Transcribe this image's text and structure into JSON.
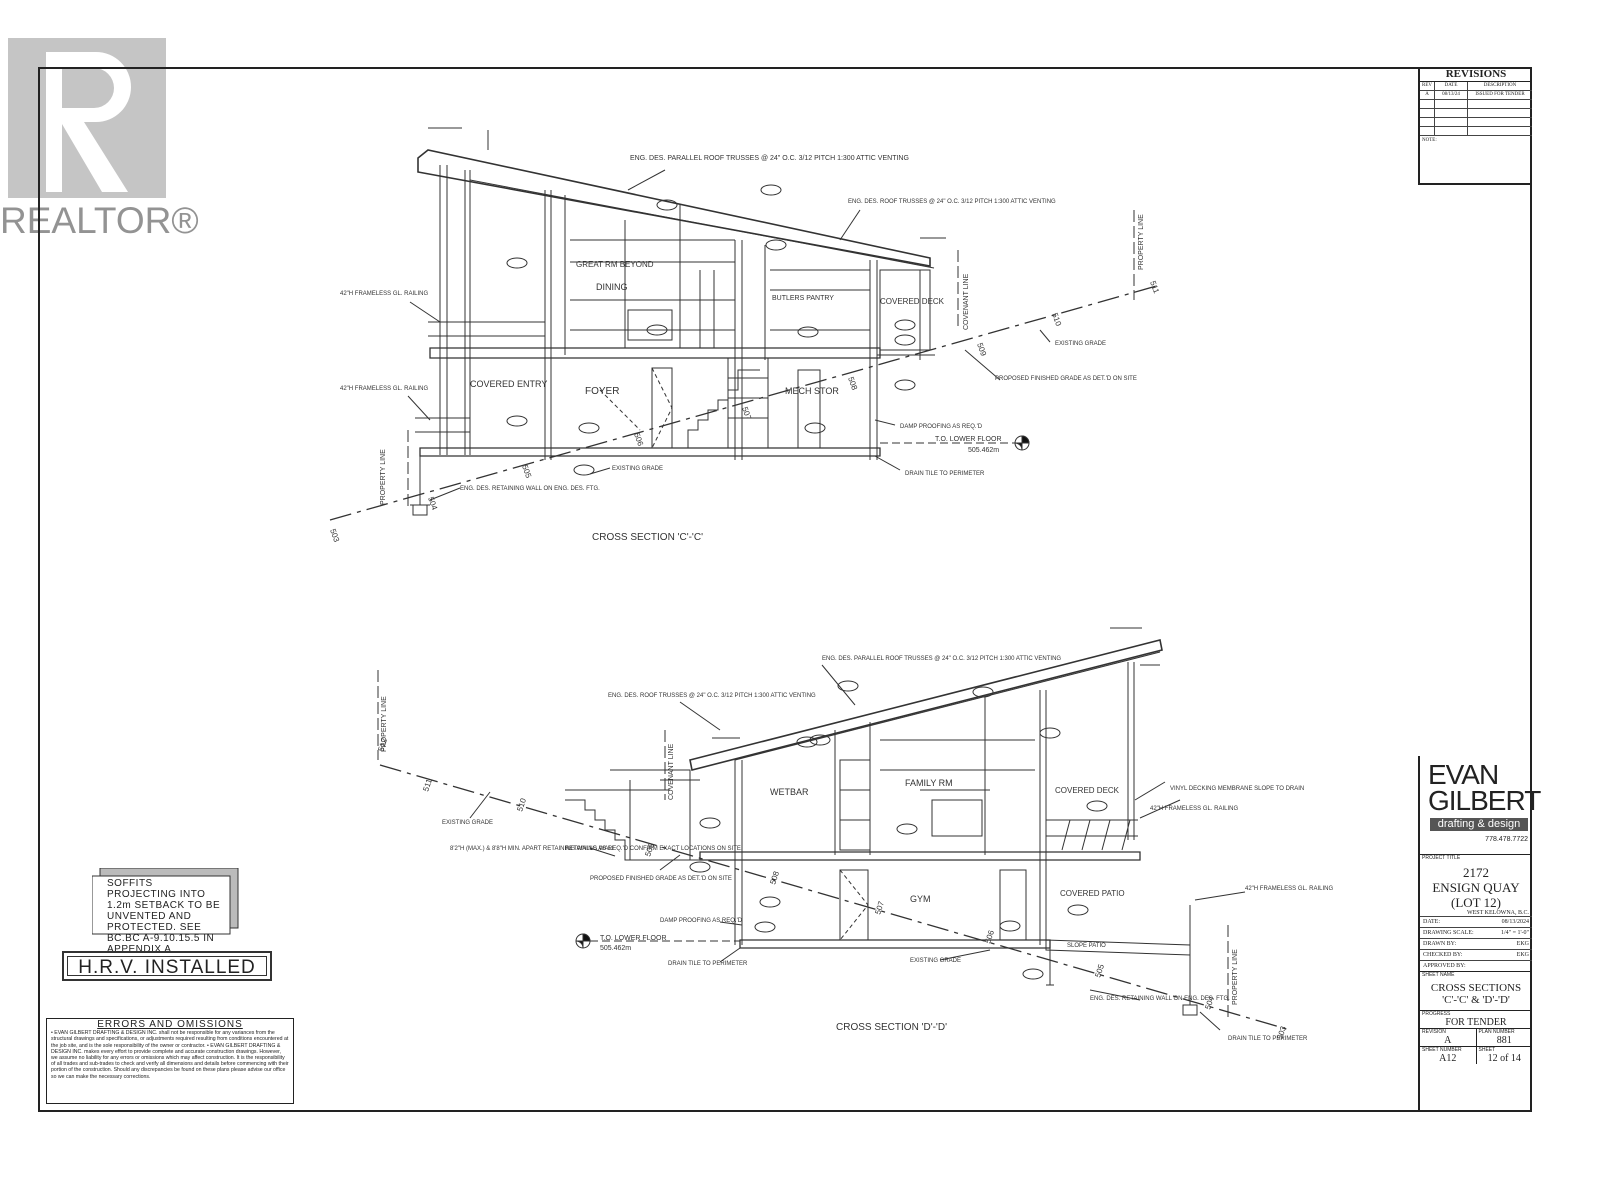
{
  "watermark": {
    "brand": "REALTOR®"
  },
  "revisions": {
    "title": "REVISIONS",
    "headers": [
      "REV",
      "DATE",
      "DESCRIPTION"
    ],
    "rows": [
      [
        "A",
        "08/13/24",
        "ISSUED FOR TENDER"
      ]
    ],
    "note": "NOTE:"
  },
  "section_c": {
    "title": "CROSS SECTION 'C'-'C'",
    "rooms": [
      "GREAT RM BEYOND",
      "DINING",
      "BUTLERS PANTRY",
      "COVERED DECK",
      "COVERED ENTRY",
      "FOYER",
      "MECH STOR"
    ],
    "notes": {
      "parallel_truss": "ENG. DES. PARALLEL ROOF TRUSSES @ 24\" O.C. 3/12 PITCH 1:300 ATTIC VENTING",
      "roof_truss": "ENG. DES. ROOF TRUSSES @ 24\" O.C. 3/12 PITCH 1:300 ATTIC VENTING",
      "railing_upper": "42\"H FRAMELESS GL. RAILING",
      "railing_lower": "42\"H FRAMELESS GL. RAILING",
      "existing_grade": "EXISTING GRADE",
      "proposed_grade": "PROPOSED FINISHED GRADE AS DET.'D ON SITE",
      "damp": "DAMP PROOFING AS REQ.'D",
      "drain": "DRAIN TILE TO PERIMETER",
      "retaining": "ENG. DES. RETAINING WALL ON ENG. DES. FTG.",
      "existing_grade_low": "EXISTING GRADE",
      "lower_floor": "T.O. LOWER FLOOR",
      "lower_floor_elev": "505.462m",
      "property_line_left": "PROPERTY LINE",
      "property_line_right": "PROPERTY LINE",
      "covenant": "COVENANT LINE"
    },
    "elevations": [
      "503",
      "504",
      "505",
      "506",
      "507",
      "508",
      "509",
      "510",
      "511"
    ]
  },
  "section_d": {
    "title": "CROSS SECTION 'D'-'D'",
    "rooms": [
      "WETBAR",
      "FAMILY RM",
      "COVERED DECK",
      "GYM",
      "COVERED PATIO"
    ],
    "notes": {
      "parallel_truss": "ENG. DES. PARALLEL ROOF TRUSSES @ 24\" O.C. 3/12 PITCH 1:300 ATTIC VENTING",
      "roof_truss": "ENG. DES. ROOF TRUSSES @ 24\" O.C. 3/12 PITCH 1:300 ATTIC VENTING",
      "vinyl": "VINYL DECKING MEMBRANE SLOPE TO DRAIN",
      "railing": "42\"H FRAMELESS GL. RAILING",
      "railing_patio": "42\"H FRAMELESS GL. RAILING",
      "retaining_walls": "8'2\"H (MAX.) & 8'8\"H MIN. APART RETAINING WALLS AS REQ.'D CONFIRM EXACT LOCATIONS ON SITE.",
      "retaining_wall": "RETAINING WALL",
      "existing_grade": "EXISTING GRADE",
      "proposed_grade": "PROPOSED FINISHED GRADE AS DET.'D ON SITE",
      "damp": "DAMP PROOFING AS REQ.'D",
      "lower_floor": "T.O. LOWER FLOOR",
      "lower_floor_elev": "505.462m",
      "drain": "DRAIN TILE TO PERIMETER",
      "existing_grade_low": "EXISTING GRADE",
      "slope_patio": "SLOPE PATIO",
      "retaining_ftg": "ENG. DES. RETAINING WALL ON ENG. DES. FTG.",
      "drain_right": "DRAIN TILE TO PERIMETER",
      "property_line_left": "PROPERTY LINE",
      "property_line_right": "PROPERTY LINE",
      "covenant": "COVENANT LINE"
    },
    "elevations": [
      "512",
      "511",
      "510",
      "509",
      "508",
      "507",
      "506",
      "505",
      "504",
      "503"
    ]
  },
  "soffit_note": "SOFFITS PROJECTING INTO 1.2m SETBACK TO BE UNVENTED AND PROTECTED. SEE BC.BC A-9.10.15.5 IN APPENDIX A",
  "hrv": "H.R.V. INSTALLED",
  "errors": {
    "title": "ERRORS AND OMISSIONS",
    "body": "• EVAN GILBERT DRAFTING & DESIGN INC. shall not be responsible for any variances from the structural drawings and specifications, or adjustments required resulting from conditions encountered at the job site, and is the sole responsibility of the owner or contractor. • EVAN GILBERT DRAFTING & DESIGN INC. makes every effort to provide complete and accurate construction drawings. However, we assume no liability for any errors or omissions which may affect construction. It is the responsibility of all trades and sub-trades to check and verify all dimensions and details before commencing with their portion of the construction. Should any discrepancies be found on these plans please advise our office so we can make the necessary corrections."
  },
  "title_block": {
    "firm_line1": "EVAN",
    "firm_line2": "GILBERT",
    "firm_tag": "drafting & design",
    "phone": "778.478.7722",
    "project_title_label": "PROJECT TITLE",
    "project_line1": "2172",
    "project_line2": "ENSIGN QUAY",
    "project_line3": "(LOT 12)",
    "city": "WEST KELOWNA, B.C.",
    "date_label": "DATE:",
    "date": "08/13/2024",
    "scale_label": "DRAWING SCALE:",
    "scale": "1/4\" = 1'-0\"",
    "drawn_label": "DRAWN BY:",
    "drawn": "EKG",
    "checked_label": "CHECKED BY:",
    "checked": "EKG",
    "approved_label": "APPROVED BY:",
    "sheet_name_label": "SHEET NAME",
    "sheet_name_1": "CROSS SECTIONS",
    "sheet_name_2": "'C'-'C' & 'D'-'D'",
    "progress_label": "PROGRESS",
    "progress": "FOR TENDER",
    "revision_label": "REVISION",
    "revision": "A",
    "plan_label": "PLAN NUMBER",
    "plan": "881",
    "sheet_label": "SHEET NUMBER",
    "sheet": "A12",
    "sheet_of_label": "SHEET",
    "sheet_of": "12 of 14"
  }
}
